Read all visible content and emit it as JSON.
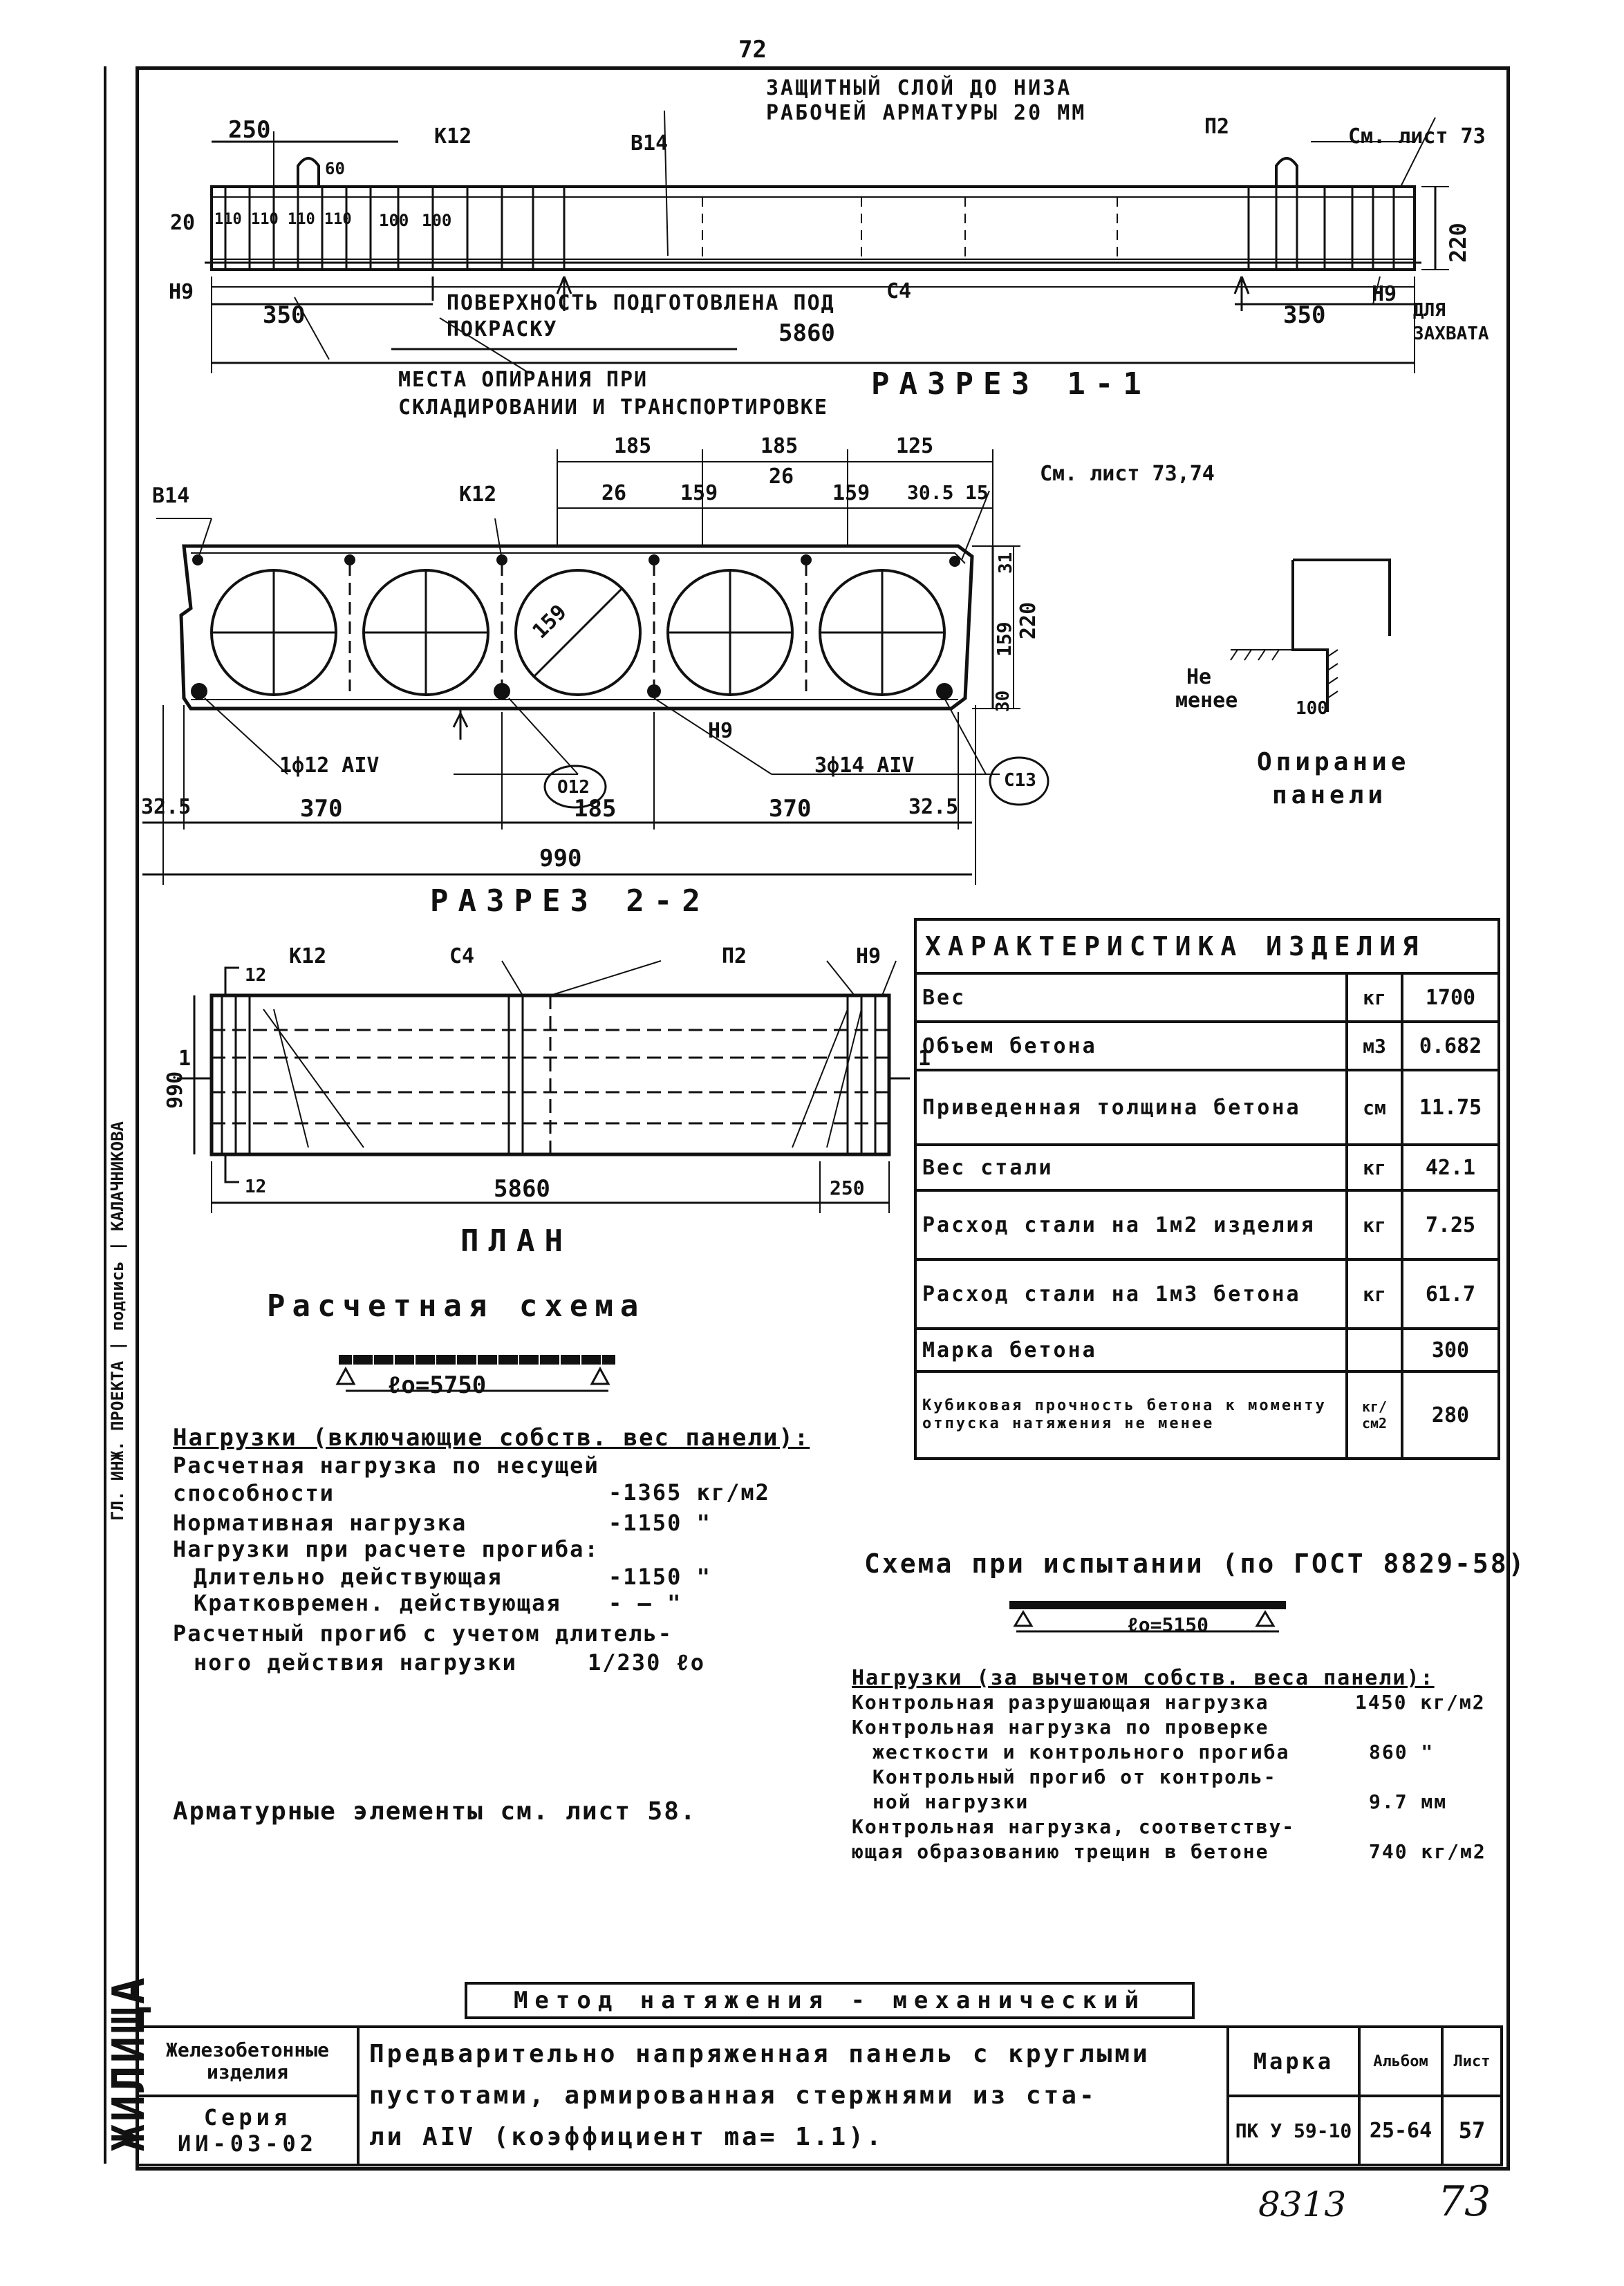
{
  "page_number_top": "72",
  "section_1_1": {
    "title": "РАЗРЕЗ 1-1",
    "note_cover": "ЗАЩИТНЫЙ СЛОЙ ДО НИЗА РАБОЧЕЙ АРМАТУРЫ 20 ММ",
    "note_surface": "ПОВЕРХНОСТЬ ПОДГОТОВЛЕНА ПОД ПОКРАСКУ",
    "note_supports": "МЕСТА ОПИРАНИЯ ПРИ СКЛАДИРОВАНИИ И ТРАНСПОРТИРОВКЕ",
    "note_grip": "ДЛЯ ЗАХВАТА",
    "note_ref": "См. лист 73",
    "labels": {
      "k12": "К12",
      "v14": "В14",
      "p2": "П2",
      "n9_left": "Н9",
      "n9_right": "Н9",
      "c4": "С4"
    },
    "dims": {
      "d250": "250",
      "d60": "60",
      "d20": "20",
      "d100a": "100",
      "d100b": "100",
      "d220": "220",
      "d350_left": "350",
      "d350_right": "350",
      "d5860": "5860",
      "spacing": "110 110 110 110"
    }
  },
  "section_2_2": {
    "title": "РАЗРЕЗ 2-2",
    "note_ref": "См. лист 73,74",
    "labels": {
      "v14": "В14",
      "k12": "К12",
      "n9": "Н9",
      "bar1": "1ф12 АIV",
      "bar3": "3ф14 АIV",
      "mark_o12": "О12",
      "mark_c13": "С13"
    },
    "top_dims": {
      "d185a": "185",
      "d185b": "185",
      "d125": "125",
      "d26a": "26",
      "d159a": "159",
      "d26b": "26",
      "d159b": "159",
      "d305": "30.5",
      "d15": "15"
    },
    "side_dims": {
      "d31a": "31",
      "d159": "159",
      "d220": "220",
      "d30": "30"
    },
    "hole_dia": "159",
    "bottom_dims": {
      "d325a": "32.5",
      "d370a": "370",
      "d185": "185",
      "d370b": "370",
      "d325b": "32.5",
      "d990": "990"
    }
  },
  "support_detail": {
    "label_1": "Не",
    "label_2": "менее",
    "value": "100",
    "caption_1": "Опирание",
    "caption_2": "панели"
  },
  "plan": {
    "title": "ПЛАН",
    "labels": {
      "k12": "К12",
      "c4": "С4",
      "p2": "П2",
      "n9": "Н9",
      "m12a": "12",
      "m12b": "12",
      "m11a": "1",
      "m11b": "1"
    },
    "dims": {
      "d990": "990",
      "d5860": "5860",
      "d250": "250"
    }
  },
  "characteristics": {
    "title": "ХАРАКТЕРИСТИКА ИЗДЕЛИЯ",
    "rows": [
      {
        "name": "Вес",
        "unit": "кг",
        "value": "1700"
      },
      {
        "name": "Объем бетона",
        "unit": "м3",
        "value": "0.682"
      },
      {
        "name": "Приведенная толщина бетона",
        "unit": "см",
        "value": "11.75"
      },
      {
        "name": "Вес стали",
        "unit": "кг",
        "value": "42.1"
      },
      {
        "name": "Расход стали на 1м2 изделия",
        "unit": "кг",
        "value": "7.25"
      },
      {
        "name": "Расход стали на 1м3 бетона",
        "unit": "кг",
        "value": "61.7"
      },
      {
        "name": "Марка бетона",
        "unit": "",
        "value": "300"
      },
      {
        "name": "Кубиковая прочность бетона к моменту отпуска натяжения не менее",
        "unit": "кг/см2",
        "value": "280"
      }
    ]
  },
  "calc_scheme": {
    "title": "Расчетная схема",
    "span": "ℓо=5750",
    "loads_heading": "Нагрузки (включающие собств. вес панели):",
    "lines": [
      {
        "label": "Расчетная нагрузка по несущей способности",
        "value": "-1365 кг/м2"
      },
      {
        "label": "Нормативная нагрузка",
        "value": "-1150 \""
      },
      {
        "label": "Нагрузки при расчете прогиба:",
        "value": ""
      },
      {
        "label": "Длительно действующая",
        "value": "-1150 \""
      },
      {
        "label": "Кратковремен. действующая",
        "value": "- — \""
      }
    ],
    "deflection_1": "Расчетный прогиб с учетом длитель-",
    "deflection_2": "ного действия нагрузки",
    "deflection_value": "1/230 ℓо"
  },
  "test_scheme": {
    "title": "Схема при испытании (по ГОСТ 8829-58)",
    "span": "ℓо=5150",
    "loads_heading": "Нагрузки (за вычетом собств. веса панели):",
    "lines": [
      {
        "label": "Контрольная разрушающая нагрузка",
        "value": "1450 кг/м2"
      },
      {
        "label": "Контрольная нагрузка по проверке",
        "value": ""
      },
      {
        "label": "жесткости и контрольного прогиба",
        "value": "860 \""
      },
      {
        "label": "Контрольный прогиб от контроль-",
        "value": ""
      },
      {
        "label": "ной нагрузки",
        "value": "9.7 мм"
      },
      {
        "label": "Контрольная нагрузка, соответству-",
        "value": ""
      },
      {
        "label": "ющая образованию трещин в бетоне",
        "value": "740 кг/м2"
      }
    ]
  },
  "reinforcement_note": "Арматурные элементы см. лист 58.",
  "method": "Метод натяжения - механический",
  "title_block": {
    "category_1": "Железобетонные",
    "category_2": "изделия",
    "series_label": "Серия",
    "series_value": "ИИ-03-02",
    "description_1": "Предварительно напряженная панель с круглыми",
    "description_2": "пустотами, армированная стержнями из ста-",
    "description_3": "ли АIV (коэффициент mа= 1.1).",
    "mark_label": "Марка",
    "mark_value": "ПК У 59-10",
    "album_label": "Альбом",
    "album_value": "25-64",
    "sheet_label": "Лист",
    "sheet_value": "57"
  },
  "side_stamp": {
    "big": "ЖИЛИЩА",
    "small": "ГЛ. ИНЖ. ПРОЕКТА | подпись | КАЛАЧНИКОВА"
  },
  "footer_number_1": "8313",
  "footer_number_2": "73"
}
